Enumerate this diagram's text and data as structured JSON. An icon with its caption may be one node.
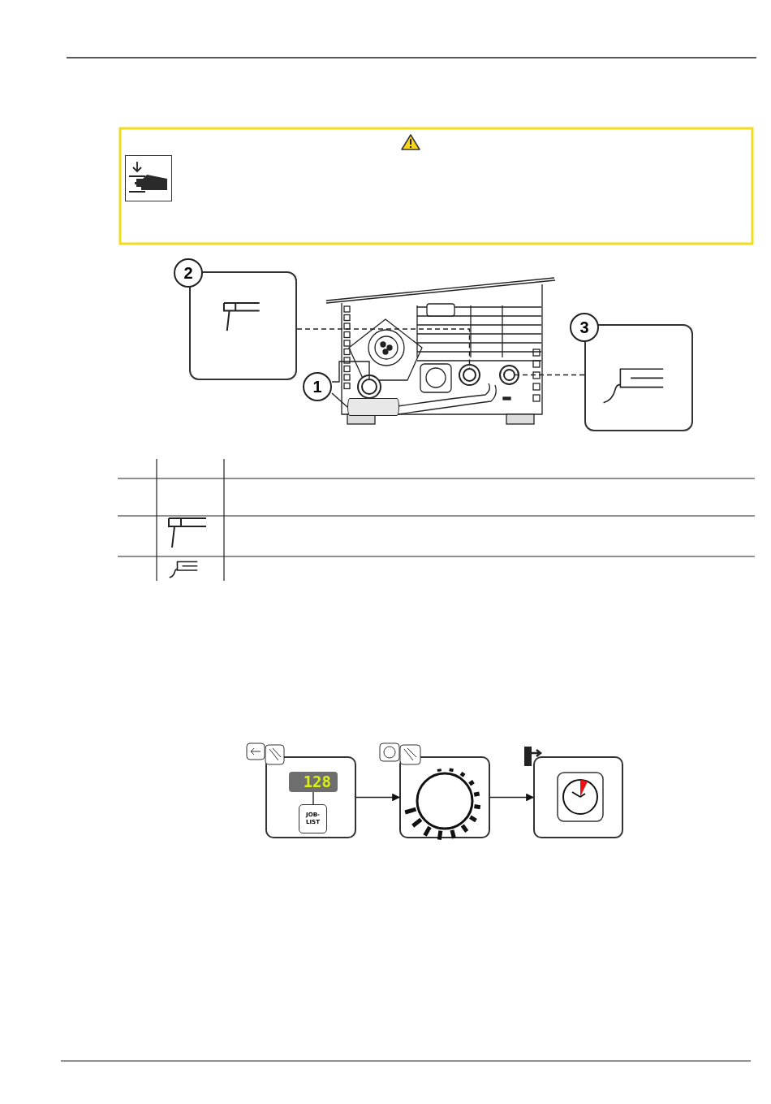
{
  "diagram": {
    "nodes": [
      {
        "text": [
          "2"
        ]
      },
      {
        "text": [],
        "shape": "circle"
      },
      {
        "text": [
          "3"
        ]
      },
      {
        "text": [],
        "shape": "circle"
      },
      {
        "text": [
          "1"
        ]
      },
      {
        "text": [],
        "shape": "circle"
      },
      {
        "text": [],
        "shape": "cylinder"
      },
      {
        "text": [],
        "shape": "box"
      },
      {
        "text": [
          "128"
        ],
        "in": 7
      },
      {
        "text": [
          "JOB-LIST"
        ],
        "in": 7
      },
      {
        "text": [],
        "shape": "box"
      },
      {
        "text": [],
        "shape": "box"
      }
    ],
    "edges": [
      {
        "from": 0,
        "to": 1,
        "arrow": "none",
        "style": "dashed"
      },
      {
        "from": 2,
        "to": 3,
        "arrow": "none",
        "style": "dashed"
      },
      {
        "from": 4,
        "to": 5,
        "arrow": "none"
      },
      {
        "from": 4,
        "to": 6,
        "arrow": "none"
      },
      {
        "from": 8,
        "to": 9,
        "arrow": "none"
      },
      {
        "from": 7,
        "to": 10,
        "arrow": "to"
      },
      {
        "from": 10,
        "to": 11,
        "arrow": "to"
      }
    ]
  }
}
